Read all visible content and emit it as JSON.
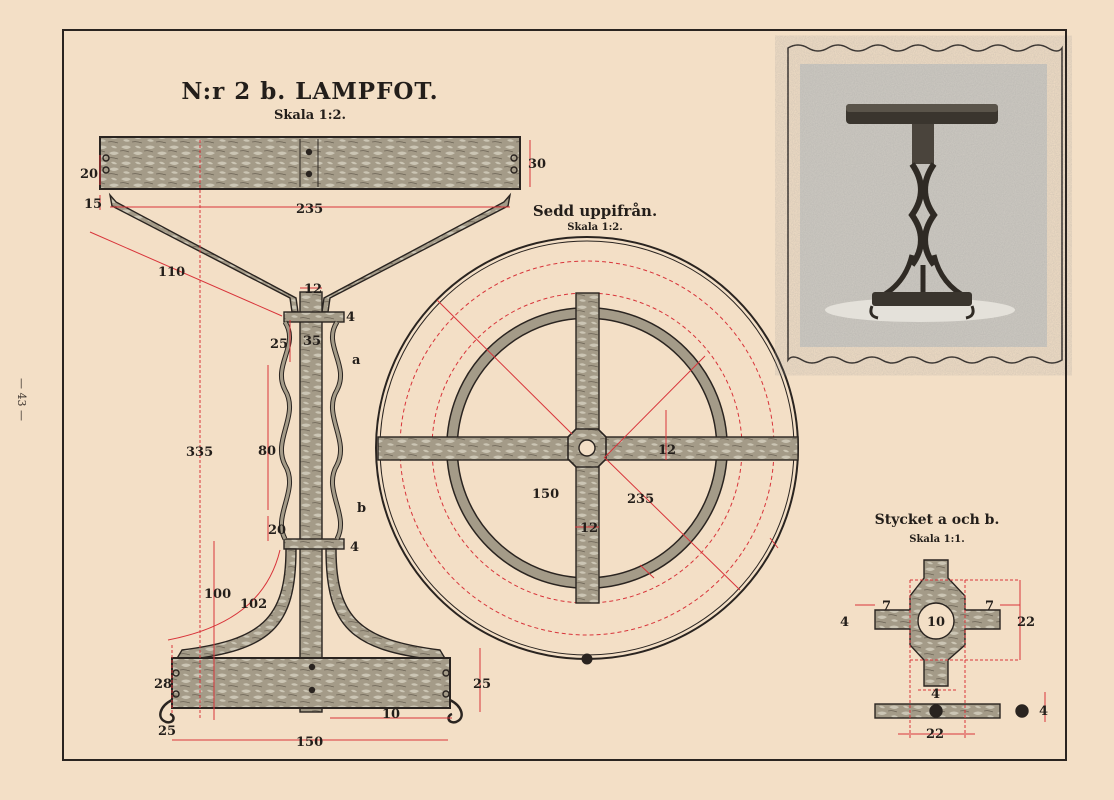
{
  "title": "N:r 2 b. LAMPFOT.",
  "title_scale": "Skala 1:2.",
  "top_view": {
    "title": "Sedd uppifrån.",
    "scale": "Skala 1:2."
  },
  "detail": {
    "title": "Stycket a och b.",
    "scale": "Skala 1:1."
  },
  "page_number": "— 43 —",
  "part_labels": {
    "a": "a",
    "b": "b"
  },
  "side_dims": {
    "d20": "20",
    "d30": "30",
    "d15": "15",
    "d235": "235",
    "d110": "110",
    "d12": "12",
    "d4a": "4",
    "d25a": "25",
    "d35": "35",
    "d335": "335",
    "d80": "80",
    "d20b": "20",
    "d4b": "4",
    "d100": "100",
    "d102": "102",
    "d28": "28",
    "d25b": "25",
    "d10": "10",
    "d25c": "25",
    "d150": "150"
  },
  "top_dims": {
    "d12a": "12",
    "d150": "150",
    "d235": "235",
    "d12b": "12"
  },
  "detail_dims": {
    "d7a": "7",
    "d7b": "7",
    "d4a": "4",
    "d10": "10",
    "d22a": "22",
    "d4b": "4",
    "d22b": "22",
    "d4c": "4"
  },
  "colors": {
    "paper": "#f3dfc6",
    "ink": "#2a2420",
    "metal": "#a39a88",
    "dimension": "#d8343a",
    "photo_bg": "#cfcbc3"
  }
}
